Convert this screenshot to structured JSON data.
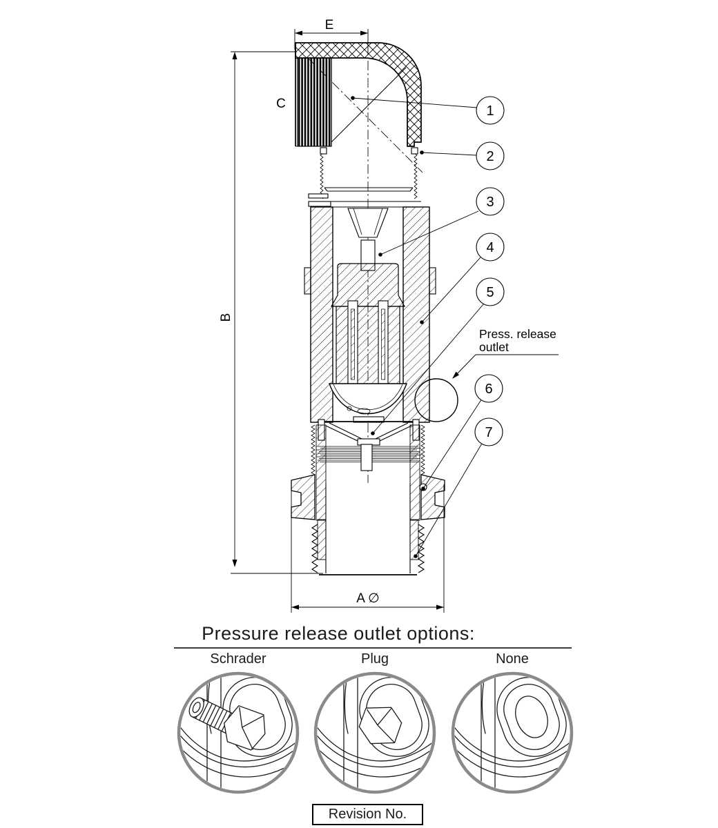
{
  "drawing": {
    "dim_width_label": "E",
    "dim_thread_label": "C",
    "dim_height_label": "B",
    "dim_diameter_label": "A ∅",
    "note_line1": "Press. release",
    "note_line2": "outlet",
    "callouts": [
      "1",
      "2",
      "3",
      "4",
      "5",
      "6",
      "7"
    ]
  },
  "options_section": {
    "title": "Pressure release outlet options:",
    "options": [
      {
        "label": "Schrader"
      },
      {
        "label": "Plug"
      },
      {
        "label": "None"
      }
    ]
  },
  "revision": {
    "label": "Revision No."
  },
  "colors": {
    "line": "#000000",
    "detail_ring": "#8a8a8a",
    "background": "#ffffff"
  }
}
